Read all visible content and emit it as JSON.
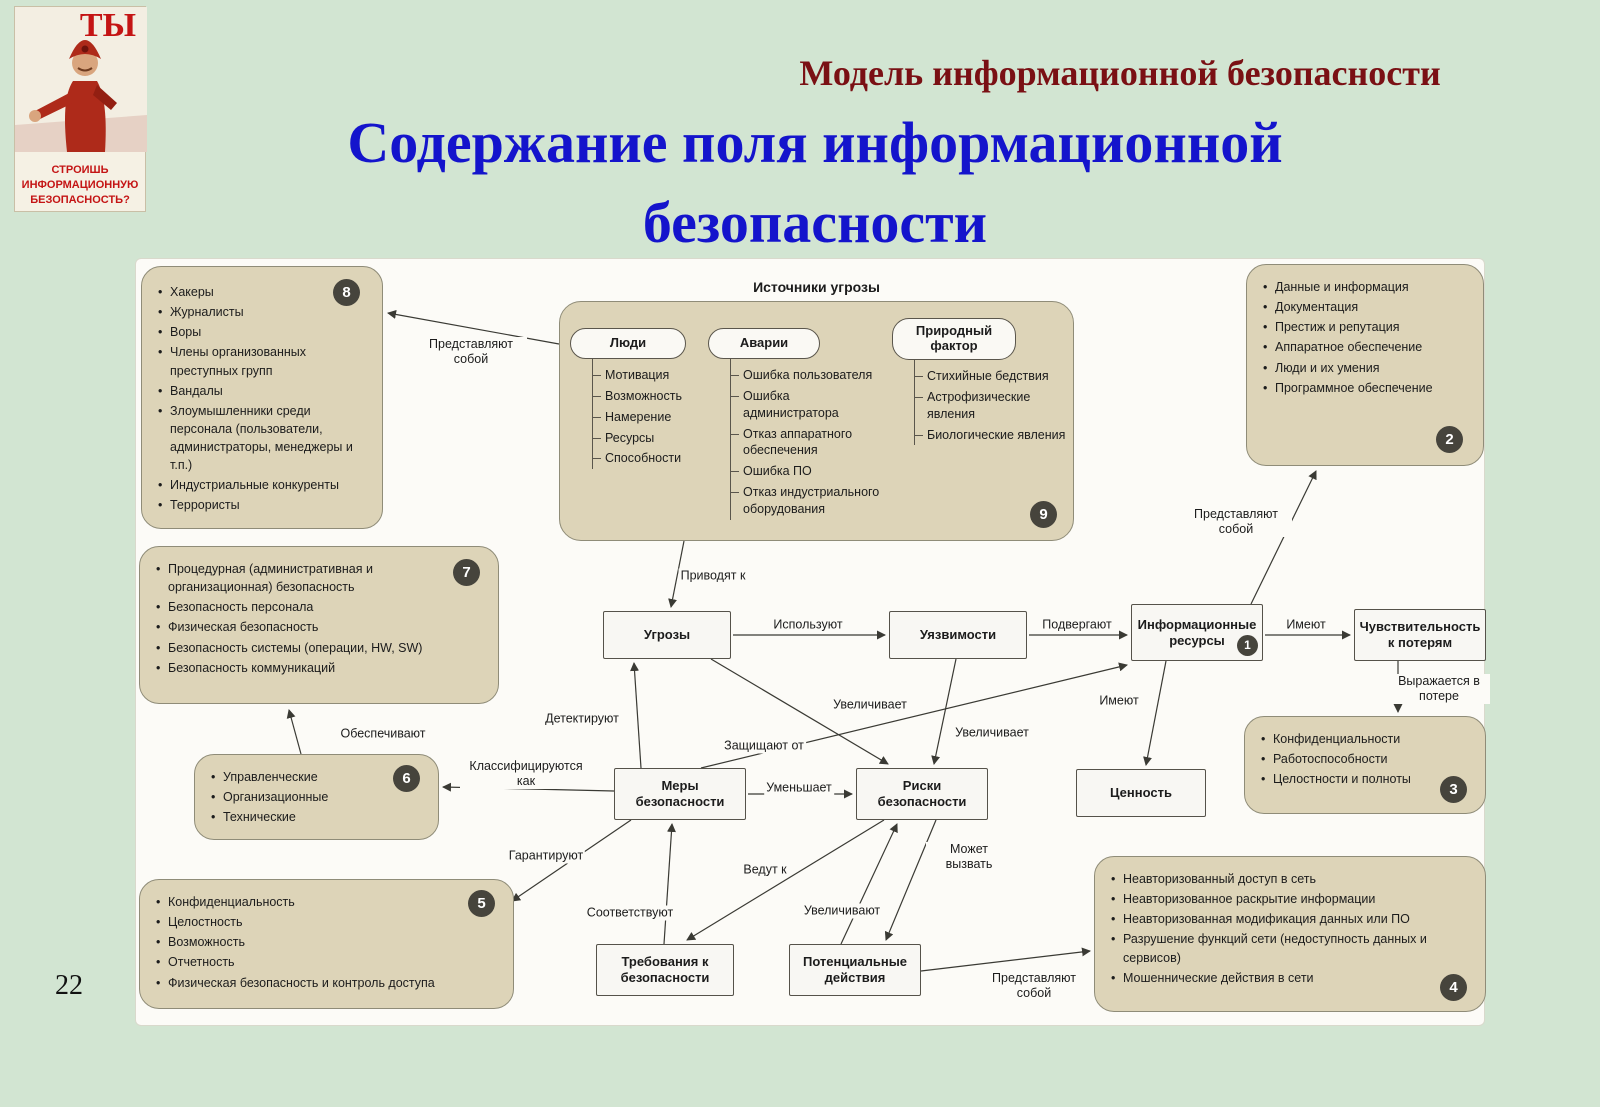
{
  "colors": {
    "background": "#d2e5d2",
    "title_blue": "#1414cc",
    "header_red": "#7a1014",
    "box_beige": "#ddd4b8",
    "node_white": "#f8f7f3",
    "poster_red": "#c41414",
    "badge_dark": "#46443c"
  },
  "poster": {
    "you": "ТЫ",
    "lines": [
      "СТРОИШЬ",
      "ИНФОРМАЦИОННУЮ",
      "БЕЗОПАСНОСТЬ?"
    ]
  },
  "header": {
    "model_label": "Модель информационной безопасности",
    "title_line1": "Содержание поля информационной",
    "title_line2": "безопасности",
    "page_number": "22"
  },
  "diagram": {
    "threat_sources": {
      "title": "Источники угрозы",
      "badge": "9",
      "groups": [
        {
          "label": "Люди",
          "items": [
            "Мотивация",
            "Возможность",
            "Намерение",
            "Ресурсы",
            "Способности"
          ]
        },
        {
          "label": "Аварии",
          "items": [
            "Ошибка пользователя",
            "Ошибка администратора",
            "Отказ аппаратного обеспечения",
            "Ошибка ПО",
            "Отказ индустриального оборудования"
          ]
        },
        {
          "label": "Природный фактор",
          "items": [
            "Стихийные бедствия",
            "Астрофизические явления",
            "Биологические явления"
          ]
        }
      ]
    },
    "boxes": {
      "b8": {
        "badge": "8",
        "items": [
          "Хакеры",
          "Журналисты",
          "Воры",
          "Члены организованных преступных групп",
          "Вандалы",
          "Злоумышленники среди персонала (пользователи, администраторы, менеджеры и т.п.)",
          "Индустриальные конкуренты",
          "Террористы"
        ]
      },
      "b2": {
        "badge": "2",
        "items": [
          "Данные и информация",
          "Документация",
          "Престиж и репутация",
          "Аппаратное обеспечение",
          "Люди и их умения",
          "Программное обеспечение"
        ]
      },
      "b7": {
        "badge": "7",
        "items": [
          "Процедурная (административная и организационная) безопасность",
          "Безопасность персонала",
          "Физическая безопасность",
          "Безопасность системы (операции, HW, SW)",
          "Безопасность коммуникаций"
        ]
      },
      "b6": {
        "badge": "6",
        "items": [
          "Управленческие",
          "Организационные",
          "Технические"
        ]
      },
      "b5": {
        "badge": "5",
        "items": [
          "Конфиденциальность",
          "Целостность",
          "Возможность",
          "Отчетность",
          "Физическая безопасность и контроль доступа"
        ]
      },
      "b3": {
        "badge": "3",
        "items": [
          "Конфиденциальности",
          "Работоспособности",
          "Целостности и полноты"
        ]
      },
      "b4": {
        "badge": "4",
        "items": [
          "Неавторизованный доступ в сеть",
          "Неавторизованное раскрытие информации",
          "Неавторизованная модификация данных или ПО",
          "Разрушение функций сети (недоступность данных и сервисов)",
          "Мошеннические действия в сети"
        ]
      }
    },
    "nodes": {
      "threats": "Угрозы",
      "vulnerabilities": "Уязвимости",
      "info_resources": "Информационные ресурсы",
      "info_resources_badge": "1",
      "sensitivity": "Чувствительность к потерям",
      "measures": "Меры безопасности",
      "risks": "Риски безопасности",
      "value": "Ценность",
      "requirements": "Требования к безопасности",
      "actions": "Потенциальные действия"
    },
    "edge_labels": {
      "represent_sources": "Представляют собой",
      "lead_to": "Приводят к",
      "use": "Используют",
      "expose": "Подвергают",
      "have_sensitivity": "Имеют",
      "represent_resources": "Представляют собой",
      "expressed_in_loss": "Выражается в потере",
      "have_value": "Имеют",
      "increase_threats": "Увеличивает",
      "increase_vulns": "Увеличивает",
      "detect": "Детектируют",
      "protect_from": "Защищают от",
      "reduce": "Уменьшает",
      "classified_as": "Классифицируются как",
      "provide": "Обеспечивают",
      "guarantee": "Гарантируют",
      "lead_to_requirements": "Ведут к",
      "comply": "Соответствуют",
      "may_cause": "Может вызвать",
      "increase_actions": "Увеличивают",
      "represent_actions": "Представляют собой"
    }
  }
}
